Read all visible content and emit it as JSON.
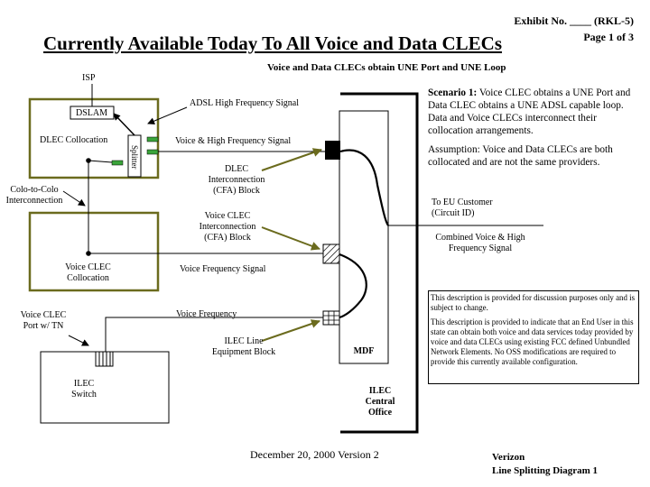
{
  "header": {
    "exhibit": "Exhibit No. ____ (RKL-5)",
    "page": "Page 1 of 3",
    "title": "Currently Available Today To All Voice and Data CLECs",
    "subtitle": "Voice and Data CLECs obtain UNE Port and UNE Loop"
  },
  "diagram": {
    "isp": "ISP",
    "adsl_signal": "ADSL High Frequency Signal",
    "dslam": "DSLAM",
    "dlec_collocation": "DLEC Collocation",
    "splitter": "Splitter",
    "voice_high_freq_signal": "Voice & High Frequency  Signal",
    "dlec_block": [
      "DLEC",
      "Interconnection",
      "(CFA) Block"
    ],
    "colo_to_colo": [
      "Colo-to-Colo",
      "Interconnection"
    ],
    "voice_clec_block": [
      "Voice CLEC",
      "Interconnection",
      "(CFA) Block"
    ],
    "voice_clec_collocation": [
      "Voice CLEC",
      "Collocation"
    ],
    "voice_freq_signal": "Voice Frequency  Signal",
    "voice_clec_port": [
      "Voice CLEC",
      "Port w/ TN"
    ],
    "voice_frequency": "Voice Frequency",
    "ilec_line_block": [
      "ILEC Line",
      "Equipment Block"
    ],
    "ilec_switch": [
      "ILEC",
      "Switch"
    ],
    "mdf": "MDF",
    "ilec_central_office": [
      "ILEC",
      "Central",
      "Office"
    ],
    "to_eu_customer": [
      "To EU Customer",
      "(Circuit ID)"
    ],
    "combined_signal": [
      "Combined Voice & High",
      "Frequency  Signal"
    ]
  },
  "scenario": {
    "lead": "Scenario 1:",
    "text": " Voice CLEC obtains a UNE Port and Data CLEC obtains a UNE ADSL capable loop.  Data and Voice CLECs interconnect their collocation arrangements.",
    "assumption": "Assumption: Voice and Data CLECs are both collocated and are not the same providers."
  },
  "disclaimer": {
    "p1": "This description is provided for discussion purposes only and is subject to change.",
    "p2": "This description is provided to indicate that an End User in this state can obtain both voice and data services today provided by voice and data CLECs using existing FCC defined Unbundled Network Elements.  No OSS modifications are required to provide this currently available configuration."
  },
  "footer": {
    "date_version": "December 20, 2000 Version 2",
    "company": "Verizon",
    "diagram_name": "Line Splitting Diagram 1"
  },
  "colors": {
    "collocation_border": "#6b6b1e",
    "splitter_port": "#3aa43a"
  }
}
